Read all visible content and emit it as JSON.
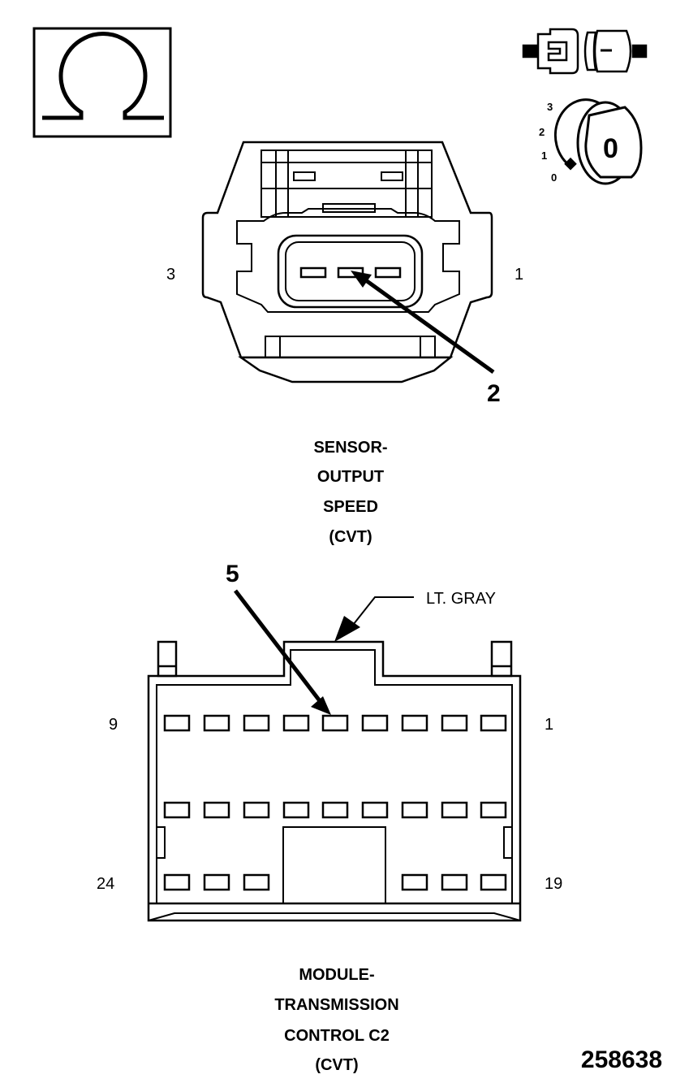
{
  "ohm_icon": {
    "symbol": "ohm-meter-icon"
  },
  "connector_icon": {
    "symbol": "connector-disconnected-icon"
  },
  "ignition": {
    "symbol": "ignition-key-icon",
    "positions": [
      "3",
      "2",
      "1",
      "0"
    ],
    "key_label": "0"
  },
  "sensor_connector": {
    "pin_left": "3",
    "pin_right": "1",
    "callout": "2",
    "caption": [
      "SENSOR-",
      "OUTPUT",
      "SPEED",
      "(CVT)"
    ]
  },
  "module_connector": {
    "callout": "5",
    "wire_color": "LT. GRAY",
    "pin_top_left": "9",
    "pin_top_right": "1",
    "pin_bottom_left": "24",
    "pin_bottom_right": "19",
    "caption": [
      "MODULE-",
      "TRANSMISSION",
      "CONTROL C2",
      "(CVT)"
    ]
  },
  "figure_number": "258638",
  "colors": {
    "ink": "#000000",
    "paper": "#ffffff"
  }
}
